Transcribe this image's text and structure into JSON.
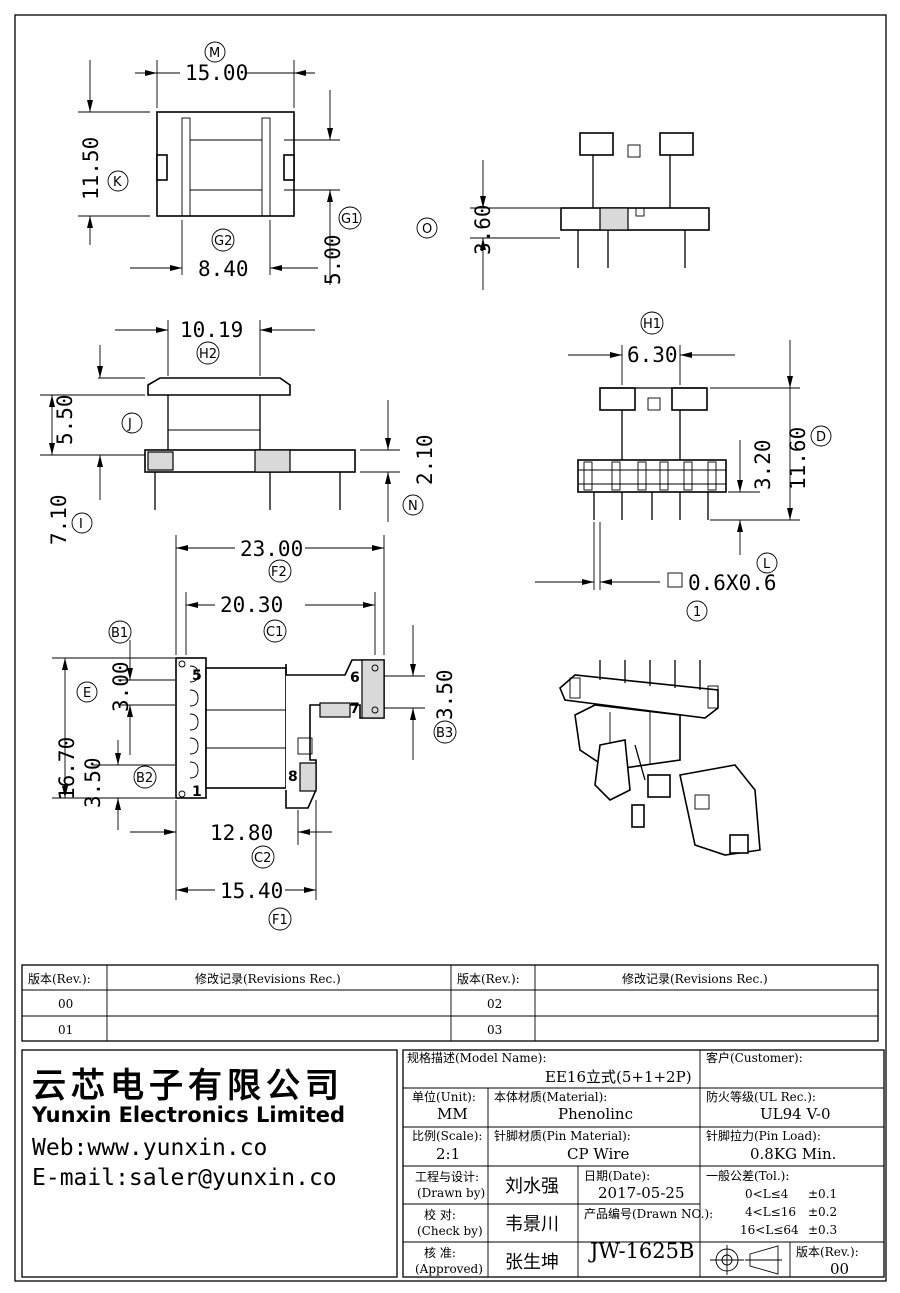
{
  "dimensions": {
    "M": "15.00",
    "K": "11.50",
    "G1": "5.00",
    "G2": "8.40",
    "O": "3.60",
    "H2": "10.19",
    "J": "5.50",
    "I": "7.10",
    "N": "2.10",
    "H1": "6.30",
    "D": "11.60",
    "D_sub": "3.20",
    "L": "0.6X0.6",
    "F2": "23.00",
    "C1": "20.30",
    "E": "3.00",
    "B2": "3.50",
    "B3": "3.50",
    "A": "16.70",
    "C2": "12.80",
    "F1": "15.40"
  },
  "circle_labels": {
    "M": "M",
    "K": "K",
    "G1": "G1",
    "G2": "G2",
    "O": "O",
    "H2": "H2",
    "J": "J",
    "I": "I",
    "N": "N",
    "H1": "H1",
    "D": "D",
    "L": "L",
    "one": "1",
    "F2": "F2",
    "C1": "C1",
    "B1": "B1",
    "E": "E",
    "B2": "B2",
    "B3": "B3",
    "C2": "C2",
    "F1": "F1"
  },
  "pin_numbers": {
    "p5": "5",
    "p1": "1",
    "p6": "6",
    "p7": "7",
    "p8": "8"
  },
  "revisions": {
    "head_rev": "版本(Rev.):",
    "head_rec": "修改记录(Revisions Rec.)",
    "rows": [
      {
        "left_rev": "00",
        "right_rev": "02"
      },
      {
        "left_rev": "01",
        "right_rev": "03"
      }
    ]
  },
  "company": {
    "name_cn": "云芯电子有限公司",
    "name_en": "Yunxin Electronics Limited",
    "web": "Web:www.yunxin.co",
    "email": "E-mail:saler@yunxin.co"
  },
  "title_block": {
    "model_label": "规格描述(Model Name):",
    "model_value": "EE16立式(5+1+2P)",
    "customer_label": "客户(Customer):",
    "unit_label": "单位(Unit):",
    "unit_value": "MM",
    "material_label": "本体材质(Material):",
    "material_value": "Phenolinc",
    "ul_label": "防火等级(UL Rec.):",
    "ul_value": "UL94 V-0",
    "scale_label": "比例(Scale):",
    "scale_value": "2:1",
    "pin_material_label": "针脚材质(Pin Material):",
    "pin_material_value": "CP Wire",
    "pin_load_label": "针脚拉力(Pin Load):",
    "pin_load_value": "0.8KG Min.",
    "drawn_label_cn": "工程与设计:",
    "drawn_label_en": "(Drawn by)",
    "drawn_value": "刘水强",
    "date_label": "日期(Date):",
    "date_value": "2017-05-25",
    "check_label_cn": "校  对:",
    "check_label_en": "(Check by)",
    "check_value": "韦景川",
    "drawn_no_label": "产品编号(Drawn NO.):",
    "drawn_no_value": "JW-1625B",
    "approved_label_cn": "核  准:",
    "approved_label_en": "(Approved)",
    "approved_value": "张生坤",
    "tol_label": "一般公差(Tol.):",
    "tol_rows": [
      {
        "range": "0<L≤4",
        "value": "±0.1"
      },
      {
        "range": "4<L≤16",
        "value": "±0.2"
      },
      {
        "range": "16<L≤64",
        "value": "±0.3"
      }
    ],
    "rev_label": "版本(Rev.):",
    "rev_value": "00"
  }
}
